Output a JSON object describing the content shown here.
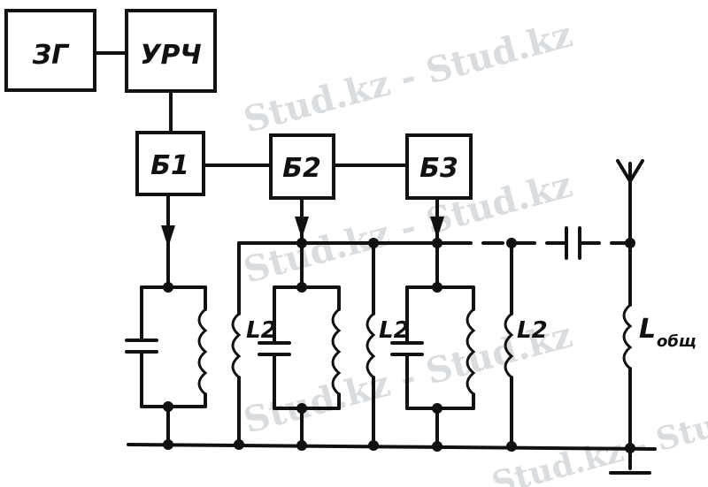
{
  "blocks": {
    "zg": "ЗГ",
    "urch": "УРЧ",
    "b1": "Б1",
    "b2": "Б2",
    "b3": "Б3"
  },
  "inductors": {
    "l2_a": "L2",
    "l2_b": "L2",
    "l2_c": "L2",
    "l_main": "L",
    "l_main_sub": "общ"
  },
  "watermark": {
    "text_1": "Stud.kz - Stud.kz",
    "text_2": "Stud.kz - Stud.kz",
    "text_3": "Stud.kz - Stud.kz",
    "text_4": "Stud.kz - Stud.kz"
  }
}
